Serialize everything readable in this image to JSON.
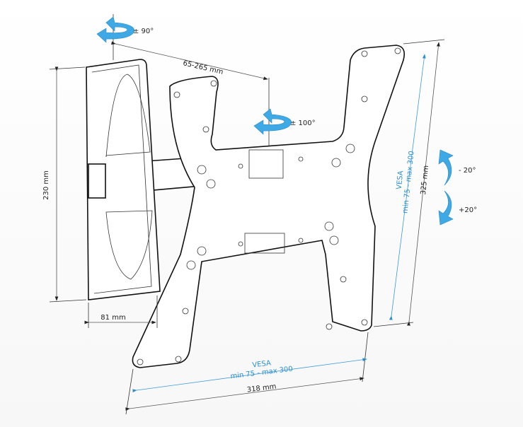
{
  "title": "Swivel TV wall mount dimensions",
  "labels": {
    "swivel_wall": "± 90°",
    "swivel_plate": "± 100°",
    "arm_reach": "65-265 mm",
    "bracket_height": "230 mm",
    "bracket_width": "81 mm",
    "plate_width": "318 mm",
    "plate_height": "325 mm",
    "vesa_h_title": "VESA",
    "vesa_h_range": "min 75 - max 300",
    "vesa_v_title": "VESA",
    "vesa_v_range": "min 75 - max 300",
    "tilt_up": "- 20°",
    "tilt_down": "+20°"
  },
  "colors": {
    "arrow": "#3fa9e6",
    "vesa_dimension": "#2c8fcf"
  }
}
